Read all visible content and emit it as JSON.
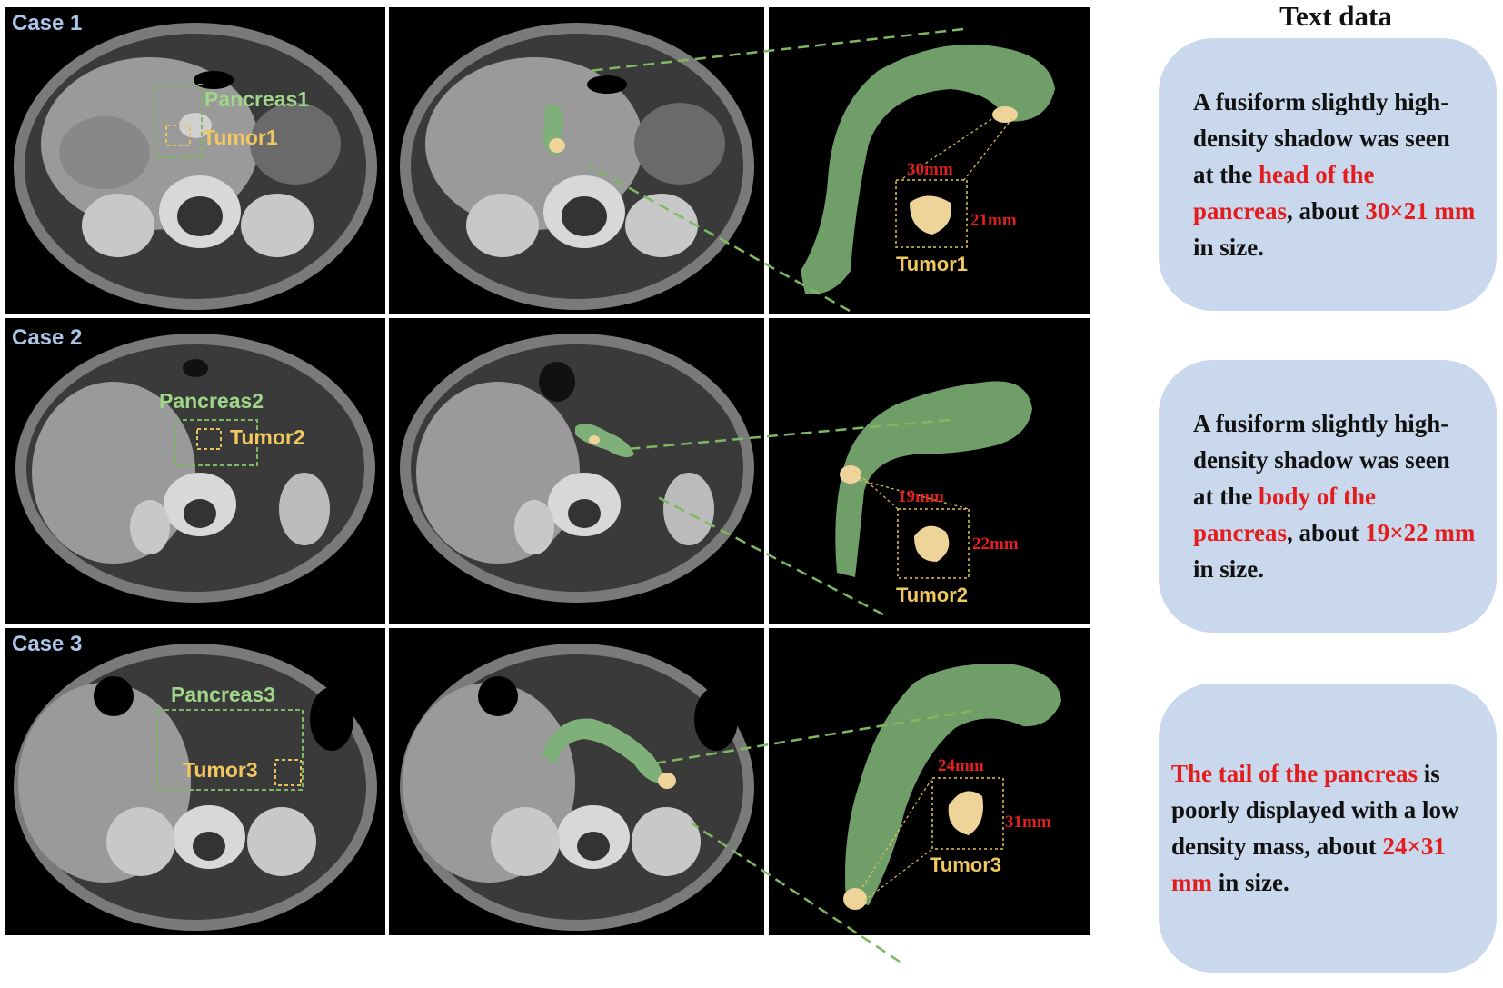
{
  "header": "Text data",
  "cases": [
    {
      "label": "Case 1",
      "pancreas_label": "Pancreas1",
      "tumor_label": "Tumor1",
      "tumor_3d_label": "Tumor1",
      "dim_width": "30mm",
      "dim_height": "21mm",
      "text": {
        "p1": "A fusiform slightly high-density shadow was seen at the ",
        "location": "head of the pancreas",
        "p2": ", about ",
        "size": "30×21 mm",
        "p3": " in size."
      }
    },
    {
      "label": "Case 2",
      "pancreas_label": "Pancreas2",
      "tumor_label": "Tumor2",
      "tumor_3d_label": "Tumor2",
      "dim_width": "19mm",
      "dim_height": "22mm",
      "text": {
        "p1": "A fusiform slightly high-density shadow was seen at the ",
        "location": "body of the pancreas",
        "p2": ", about ",
        "size": "19×22 mm",
        "p3": " in size."
      }
    },
    {
      "label": "Case 3",
      "pancreas_label": "Pancreas3",
      "tumor_label": "Tumor3",
      "tumor_3d_label": "Tumor3",
      "dim_width": "24mm",
      "dim_height": "31mm",
      "text": {
        "location": "The tail of the pancreas",
        "p1": " is poorly displayed with a low density mass, about ",
        "size": "24×31 mm",
        "p2": " in size."
      }
    }
  ],
  "colors": {
    "pancreas": "#7fb07a",
    "tumor": "#efd49a",
    "annotation_green": "#9fd68a",
    "annotation_yellow": "#f0c85f",
    "highlight_red": "#e31d1d",
    "text_box": "#c9d8ec",
    "case_label": "#a9c6ea"
  }
}
